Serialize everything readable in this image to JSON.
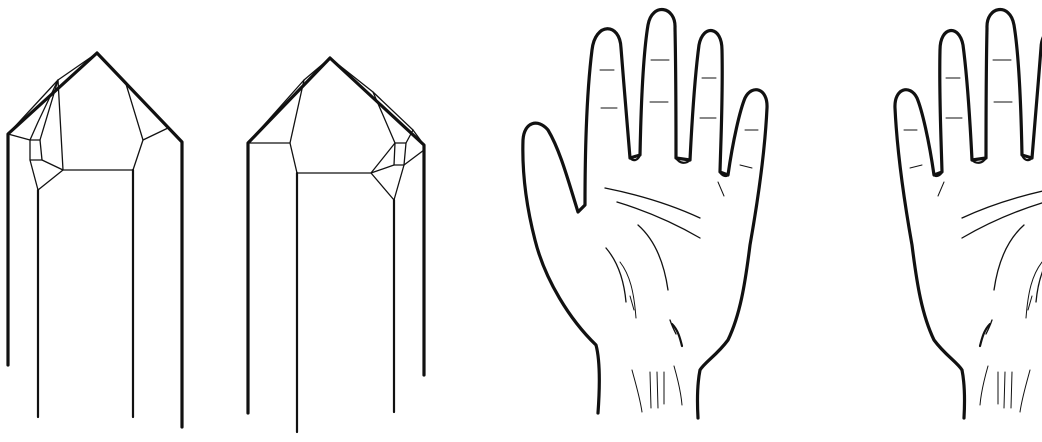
{
  "figure": {
    "ink_color": "#111111",
    "background_color": "#ffffff",
    "panels": [
      {
        "subject": "crystal",
        "handedness": "left"
      },
      {
        "subject": "crystal",
        "handedness": "right"
      },
      {
        "subject": "hand",
        "handedness": "left"
      },
      {
        "subject": "hand",
        "handedness": "right"
      }
    ]
  }
}
